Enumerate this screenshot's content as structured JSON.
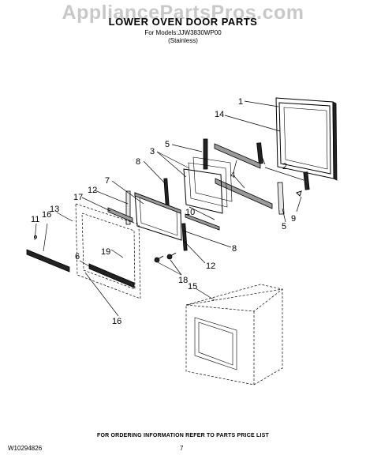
{
  "watermark": "AppliancePartsPros.com",
  "title": "LOWER OVEN DOOR PARTS",
  "subtitle": {
    "line1": "For Models:JJW3830WP00",
    "line2": "(Stainless)"
  },
  "callouts": {
    "c1": "1",
    "c14": "14",
    "c5a": "5",
    "c3": "3",
    "c2": "2",
    "c4": "4",
    "c8a": "8",
    "c7": "7",
    "c12a": "12",
    "c17": "17",
    "c10": "10",
    "c9": "9",
    "c5b": "5",
    "c11": "11",
    "c16a": "16",
    "c13": "13",
    "c8b": "8",
    "c12b": "12",
    "c6": "6",
    "c19": "19",
    "c18": "18",
    "c15": "15",
    "c16b": "16"
  },
  "footer": {
    "note": "FOR ORDERING INFORMATION REFER TO PARTS PRICE LIST",
    "doc_number": "W10294826",
    "page_number": "7"
  }
}
